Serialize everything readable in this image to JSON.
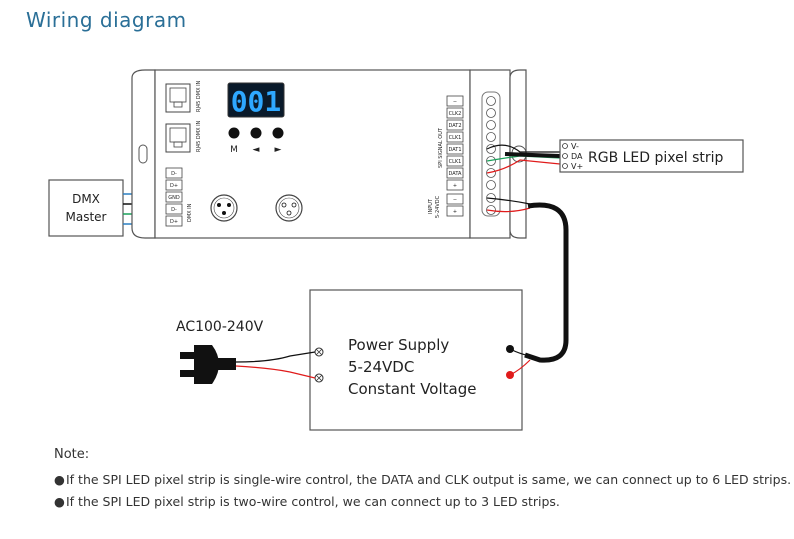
{
  "title": "Wiring diagram",
  "dmx_master": {
    "line1": "DMX",
    "line2": "Master"
  },
  "controller": {
    "display": "001",
    "buttons": [
      "M",
      "◄",
      "►"
    ],
    "rj45_1_label": "RJ45 DMX IN",
    "rj45_2_label": "RJ45 DMX IN",
    "dmx_terminals": [
      "D-",
      "D+",
      "GND",
      "D-",
      "D+"
    ],
    "dmx_block_label": "DMX IN",
    "spi_terminals": [
      "−",
      "CLK2",
      "DAT2",
      "CLK1",
      "DAT1",
      "CLK1",
      "DATA",
      "+"
    ],
    "spi_label": "SPI SIGNAL OUT",
    "power_terminals": [
      "−",
      "+"
    ],
    "input_label": "INPUT",
    "input_voltage": "5-24VDC"
  },
  "led_strip": {
    "terminals": [
      "V-",
      "DA",
      "V+"
    ],
    "label": "RGB LED pixel strip"
  },
  "ac_label": "AC100-240V",
  "power_supply": {
    "line1": "Power Supply",
    "line2": "5-24VDC",
    "line3": "Constant Voltage"
  },
  "notes": {
    "title": "Note:",
    "bullet": "●",
    "items": [
      "If the SPI LED pixel strip is single-wire control, the DATA and CLK output is same, we can connect up to 6 LED strips.",
      "If the SPI LED pixel strip is two-wire control, we can connect up to 3 LED strips."
    ]
  },
  "colors": {
    "title": "#2a6f97",
    "lcd_bg": "#0a1a2a",
    "lcd_digits": "#2ea8ff",
    "wire_red": "#e01b1b",
    "wire_green": "#1aa05a",
    "wire_blue": "#2a7fc0",
    "cable": "#111111"
  }
}
